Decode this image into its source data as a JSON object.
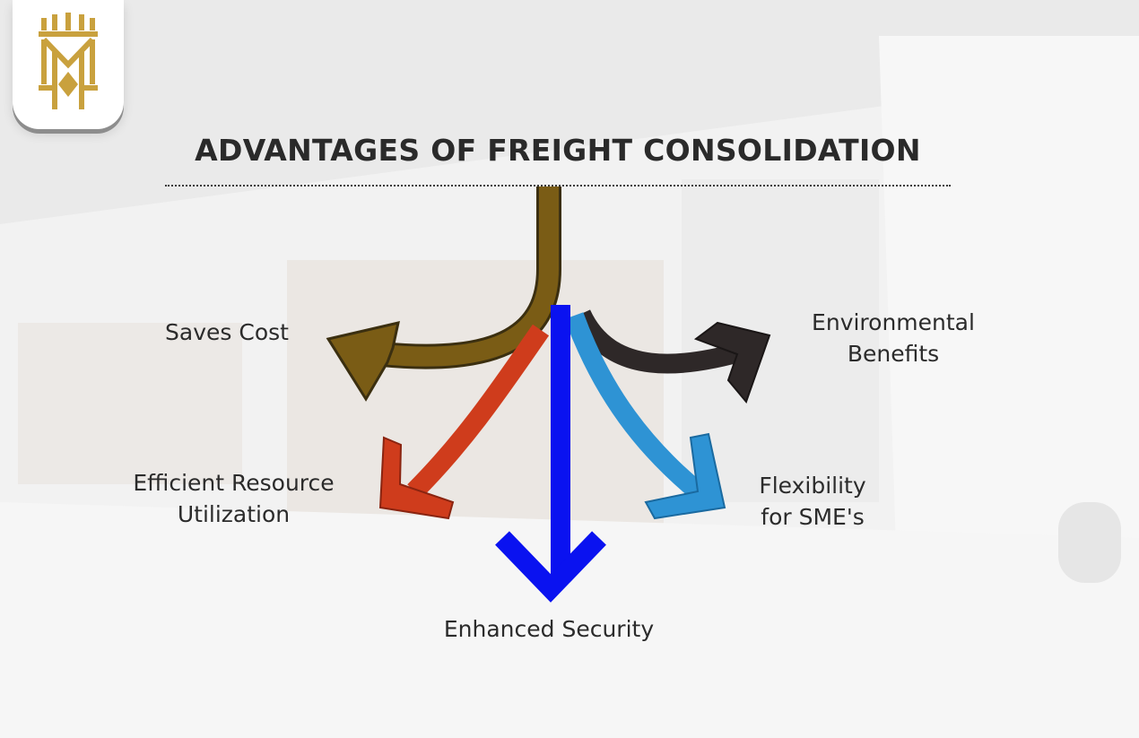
{
  "title": "ADVANTAGES OF FREIGHT CONSOLIDATION",
  "advantages": [
    {
      "id": "saves-cost",
      "lines": [
        "Saves Cost"
      ],
      "color": "#7a5c15"
    },
    {
      "id": "environmental-benefits",
      "lines": [
        "Environmental",
        "Benefits"
      ],
      "color": "#2e2828"
    },
    {
      "id": "efficient-resource",
      "lines": [
        "Efficient Resource",
        "Utilization"
      ],
      "color": "#cf3c1c"
    },
    {
      "id": "flexibility",
      "lines": [
        "Flexibility",
        "for SME's"
      ],
      "color": "#2e93d4"
    },
    {
      "id": "enhanced-security",
      "lines": [
        "Enhanced Security"
      ],
      "color": "#0a12f0"
    }
  ],
  "logo": {
    "name": "crown-monogram-logo",
    "color": "#c9a13e"
  }
}
